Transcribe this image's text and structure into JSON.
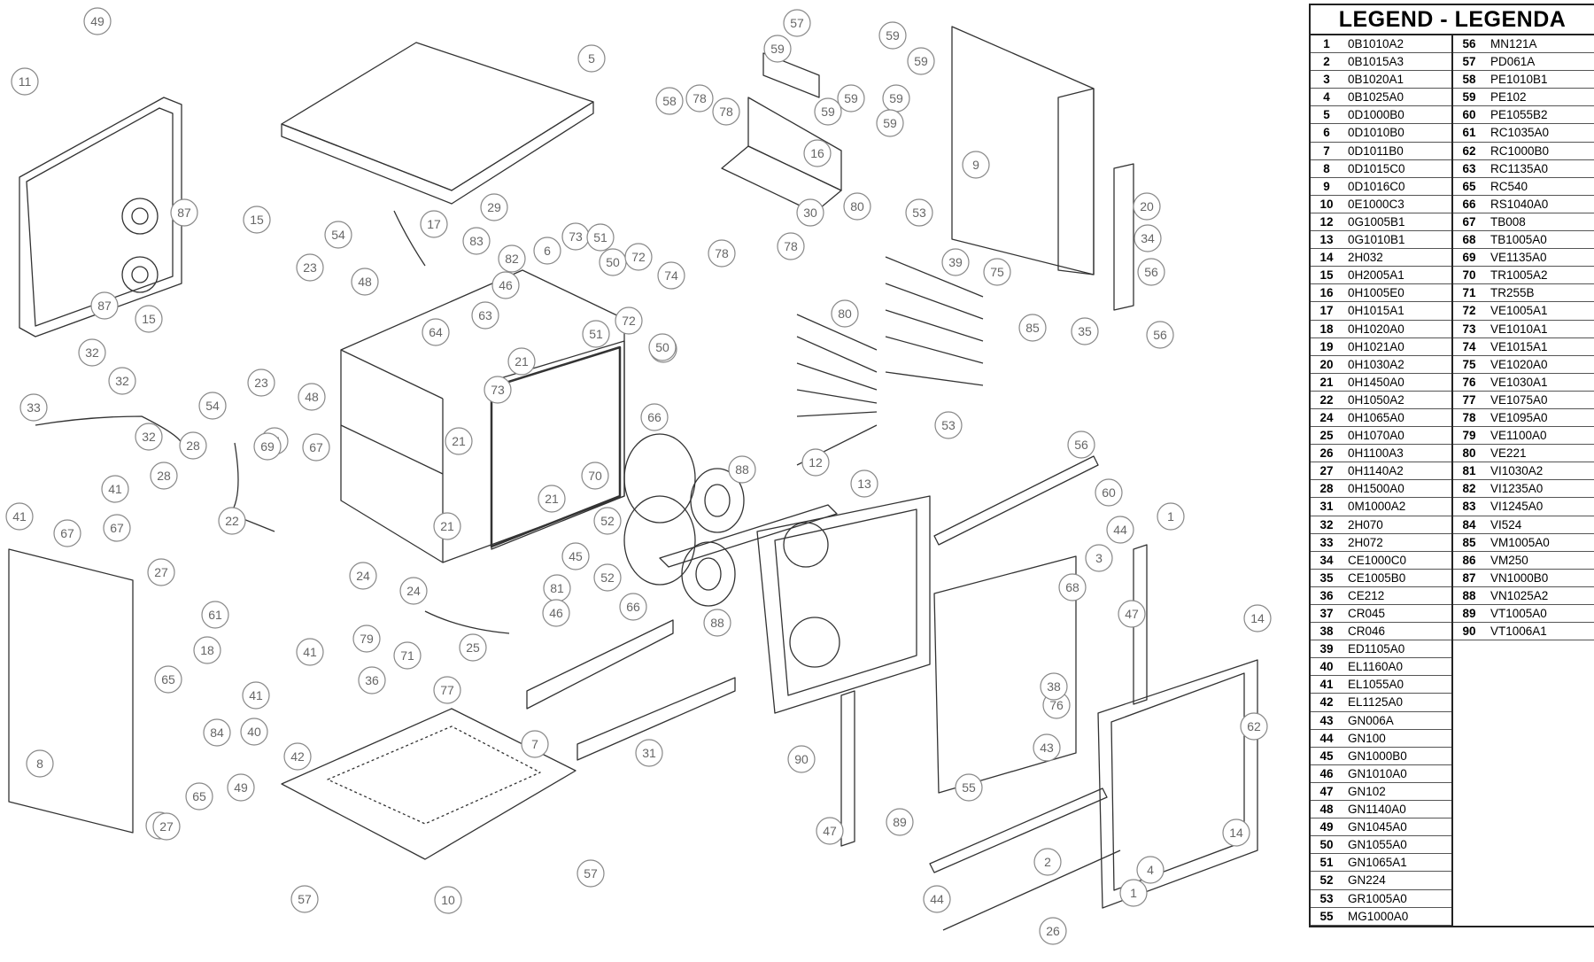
{
  "legend": {
    "title": "LEGEND - LEGENDA",
    "entries": [
      {
        "num": "1",
        "code": "0B1010A2"
      },
      {
        "num": "2",
        "code": "0B1015A3"
      },
      {
        "num": "3",
        "code": "0B1020A1"
      },
      {
        "num": "4",
        "code": "0B1025A0"
      },
      {
        "num": "5",
        "code": "0D1000B0"
      },
      {
        "num": "6",
        "code": "0D1010B0"
      },
      {
        "num": "7",
        "code": "0D1011B0"
      },
      {
        "num": "8",
        "code": "0D1015C0"
      },
      {
        "num": "9",
        "code": "0D1016C0"
      },
      {
        "num": "10",
        "code": "0E1000C3"
      },
      {
        "num": "12",
        "code": "0G1005B1"
      },
      {
        "num": "13",
        "code": "0G1010B1"
      },
      {
        "num": "14",
        "code": "2H032"
      },
      {
        "num": "15",
        "code": "0H2005A1"
      },
      {
        "num": "16",
        "code": "0H1005E0"
      },
      {
        "num": "17",
        "code": "0H1015A1"
      },
      {
        "num": "18",
        "code": "0H1020A0"
      },
      {
        "num": "19",
        "code": "0H1021A0"
      },
      {
        "num": "20",
        "code": "0H1030A2"
      },
      {
        "num": "21",
        "code": "0H1450A0"
      },
      {
        "num": "22",
        "code": "0H1050A2"
      },
      {
        "num": "24",
        "code": "0H1065A0"
      },
      {
        "num": "25",
        "code": "0H1070A0"
      },
      {
        "num": "26",
        "code": "0H1100A3"
      },
      {
        "num": "27",
        "code": "0H1140A2"
      },
      {
        "num": "28",
        "code": "0H1500A0"
      },
      {
        "num": "31",
        "code": "0M1000A2"
      },
      {
        "num": "32",
        "code": "2H070"
      },
      {
        "num": "33",
        "code": "2H072"
      },
      {
        "num": "34",
        "code": "CE1000C0"
      },
      {
        "num": "35",
        "code": "CE1005B0"
      },
      {
        "num": "36",
        "code": "CE212"
      },
      {
        "num": "37",
        "code": "CR045"
      },
      {
        "num": "38",
        "code": "CR046"
      },
      {
        "num": "39",
        "code": "ED1105A0"
      },
      {
        "num": "40",
        "code": "EL1160A0"
      },
      {
        "num": "41",
        "code": "EL1055A0"
      },
      {
        "num": "42",
        "code": "EL1125A0"
      },
      {
        "num": "43",
        "code": "GN006A"
      },
      {
        "num": "44",
        "code": "GN100"
      },
      {
        "num": "45",
        "code": "GN1000B0"
      },
      {
        "num": "46",
        "code": "GN1010A0"
      },
      {
        "num": "47",
        "code": "GN102"
      },
      {
        "num": "48",
        "code": "GN1140A0"
      },
      {
        "num": "49",
        "code": "GN1045A0"
      },
      {
        "num": "50",
        "code": "GN1055A0"
      },
      {
        "num": "51",
        "code": "GN1065A1"
      },
      {
        "num": "52",
        "code": "GN224"
      },
      {
        "num": "53",
        "code": "GR1005A0"
      },
      {
        "num": "55",
        "code": "MG1000A0"
      },
      {
        "num": "56",
        "code": "MN121A"
      },
      {
        "num": "57",
        "code": "PD061A"
      },
      {
        "num": "58",
        "code": "PE1010B1"
      },
      {
        "num": "59",
        "code": "PE102"
      },
      {
        "num": "60",
        "code": "PE1055B2"
      },
      {
        "num": "61",
        "code": "RC1035A0"
      },
      {
        "num": "62",
        "code": "RC1000B0"
      },
      {
        "num": "63",
        "code": "RC1135A0"
      },
      {
        "num": "65",
        "code": "RC540"
      },
      {
        "num": "66",
        "code": "RS1040A0"
      },
      {
        "num": "67",
        "code": "TB008"
      },
      {
        "num": "68",
        "code": "TB1005A0"
      },
      {
        "num": "69",
        "code": "VE1135A0"
      },
      {
        "num": "70",
        "code": "TR1005A2"
      },
      {
        "num": "71",
        "code": "TR255B"
      },
      {
        "num": "72",
        "code": "VE1005A1"
      },
      {
        "num": "73",
        "code": "VE1010A1"
      },
      {
        "num": "74",
        "code": "VE1015A1"
      },
      {
        "num": "75",
        "code": "VE1020A0"
      },
      {
        "num": "76",
        "code": "VE1030A1"
      },
      {
        "num": "77",
        "code": "VE1075A0"
      },
      {
        "num": "78",
        "code": "VE1095A0"
      },
      {
        "num": "79",
        "code": "VE1100A0"
      },
      {
        "num": "80",
        "code": "VE221"
      },
      {
        "num": "81",
        "code": "VI1030A2"
      },
      {
        "num": "82",
        "code": "VI1235A0"
      },
      {
        "num": "83",
        "code": "VI1245A0"
      },
      {
        "num": "84",
        "code": "VI524"
      },
      {
        "num": "85",
        "code": "VM1005A0"
      },
      {
        "num": "86",
        "code": "VM250"
      },
      {
        "num": "87",
        "code": "VN1000B0"
      },
      {
        "num": "88",
        "code": "VN1025A2"
      },
      {
        "num": "89",
        "code": "VT1005A0"
      },
      {
        "num": "90",
        "code": "VT1006A1"
      }
    ]
  },
  "callouts": [
    "49",
    "11",
    "87",
    "87",
    "15",
    "15",
    "54",
    "54",
    "23",
    "23",
    "48",
    "48",
    "41",
    "67",
    "32",
    "32",
    "32",
    "33",
    "28",
    "28",
    "41",
    "41",
    "67",
    "67",
    "5",
    "17",
    "29",
    "83",
    "82",
    "46",
    "63",
    "64",
    "6",
    "73",
    "51",
    "50",
    "72",
    "74",
    "72",
    "74",
    "51",
    "50",
    "21",
    "73",
    "21",
    "21",
    "70",
    "45",
    "22",
    "24",
    "24",
    "25",
    "81",
    "46",
    "66",
    "66",
    "52",
    "52",
    "88",
    "88",
    "12",
    "13",
    "69",
    "21",
    "27",
    "61",
    "18",
    "65",
    "84",
    "65",
    "19",
    "27",
    "8",
    "41",
    "41",
    "40",
    "42",
    "79",
    "71",
    "36",
    "77",
    "49",
    "7",
    "31",
    "10",
    "57",
    "57",
    "57",
    "59",
    "59",
    "59",
    "59",
    "59",
    "59",
    "59",
    "58",
    "78",
    "78",
    "78",
    "78",
    "30",
    "16",
    "80",
    "80",
    "53",
    "53",
    "9",
    "39",
    "75",
    "85",
    "35",
    "20",
    "34",
    "56",
    "56",
    "56",
    "60",
    "1",
    "44",
    "3",
    "68",
    "47",
    "76",
    "55",
    "14",
    "14",
    "62",
    "38",
    "43",
    "89",
    "90",
    "47",
    "44",
    "2",
    "4",
    "1",
    "26",
    "43",
    "37",
    "62"
  ]
}
